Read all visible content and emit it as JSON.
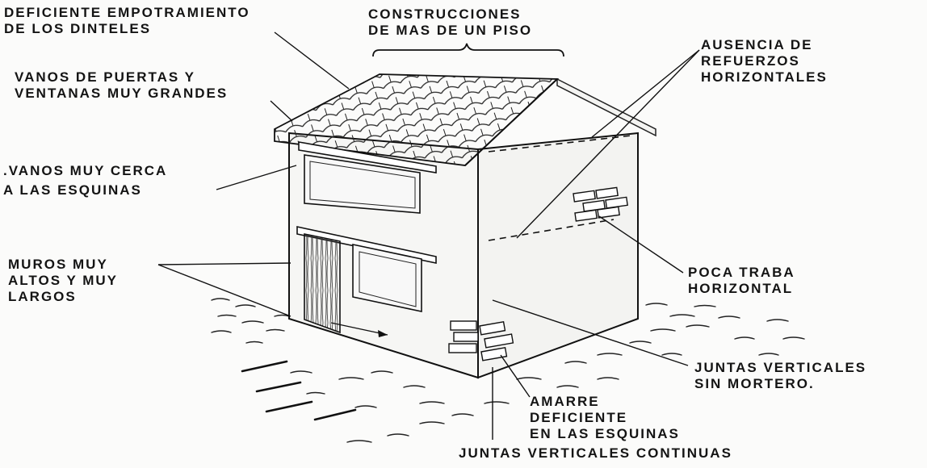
{
  "labels": {
    "dinteles": [
      "DEFICIENTE  EMPOTRAMIENTO",
      "DE  LOS  DINTELES"
    ],
    "construcciones": [
      "CONSTRUCCIONES",
      "DE  MAS  DE  UN  PISO"
    ],
    "refuerzos": [
      "AUSENCIA  DE",
      "REFUERZOS",
      "HORIZONTALES"
    ],
    "vanos_grandes": [
      "VANOS  DE  PUERTAS  Y",
      "VENTANAS  MUY  GRANDES"
    ],
    "vanos_esquinas": [
      ".VANOS  MUY  CERCA",
      "A  LAS  ESQUINAS"
    ],
    "muros": [
      "MUROS  MUY",
      "ALTOS  Y  MUY",
      "LARGOS"
    ],
    "traba": [
      "POCA  TRABA",
      "HORIZONTAL"
    ],
    "juntas_sin_mortero": [
      "JUNTAS  VERTICALES",
      "SIN  MORTERO."
    ],
    "amarre": [
      "AMARRE",
      "DEFICIENTE",
      "EN  LAS  ESQUINAS"
    ],
    "juntas_continuas": [
      "JUNTAS  VERTICALES  CONTINUAS"
    ]
  },
  "colors": {
    "ink": "#141414",
    "paper": "#fbfbfa"
  }
}
